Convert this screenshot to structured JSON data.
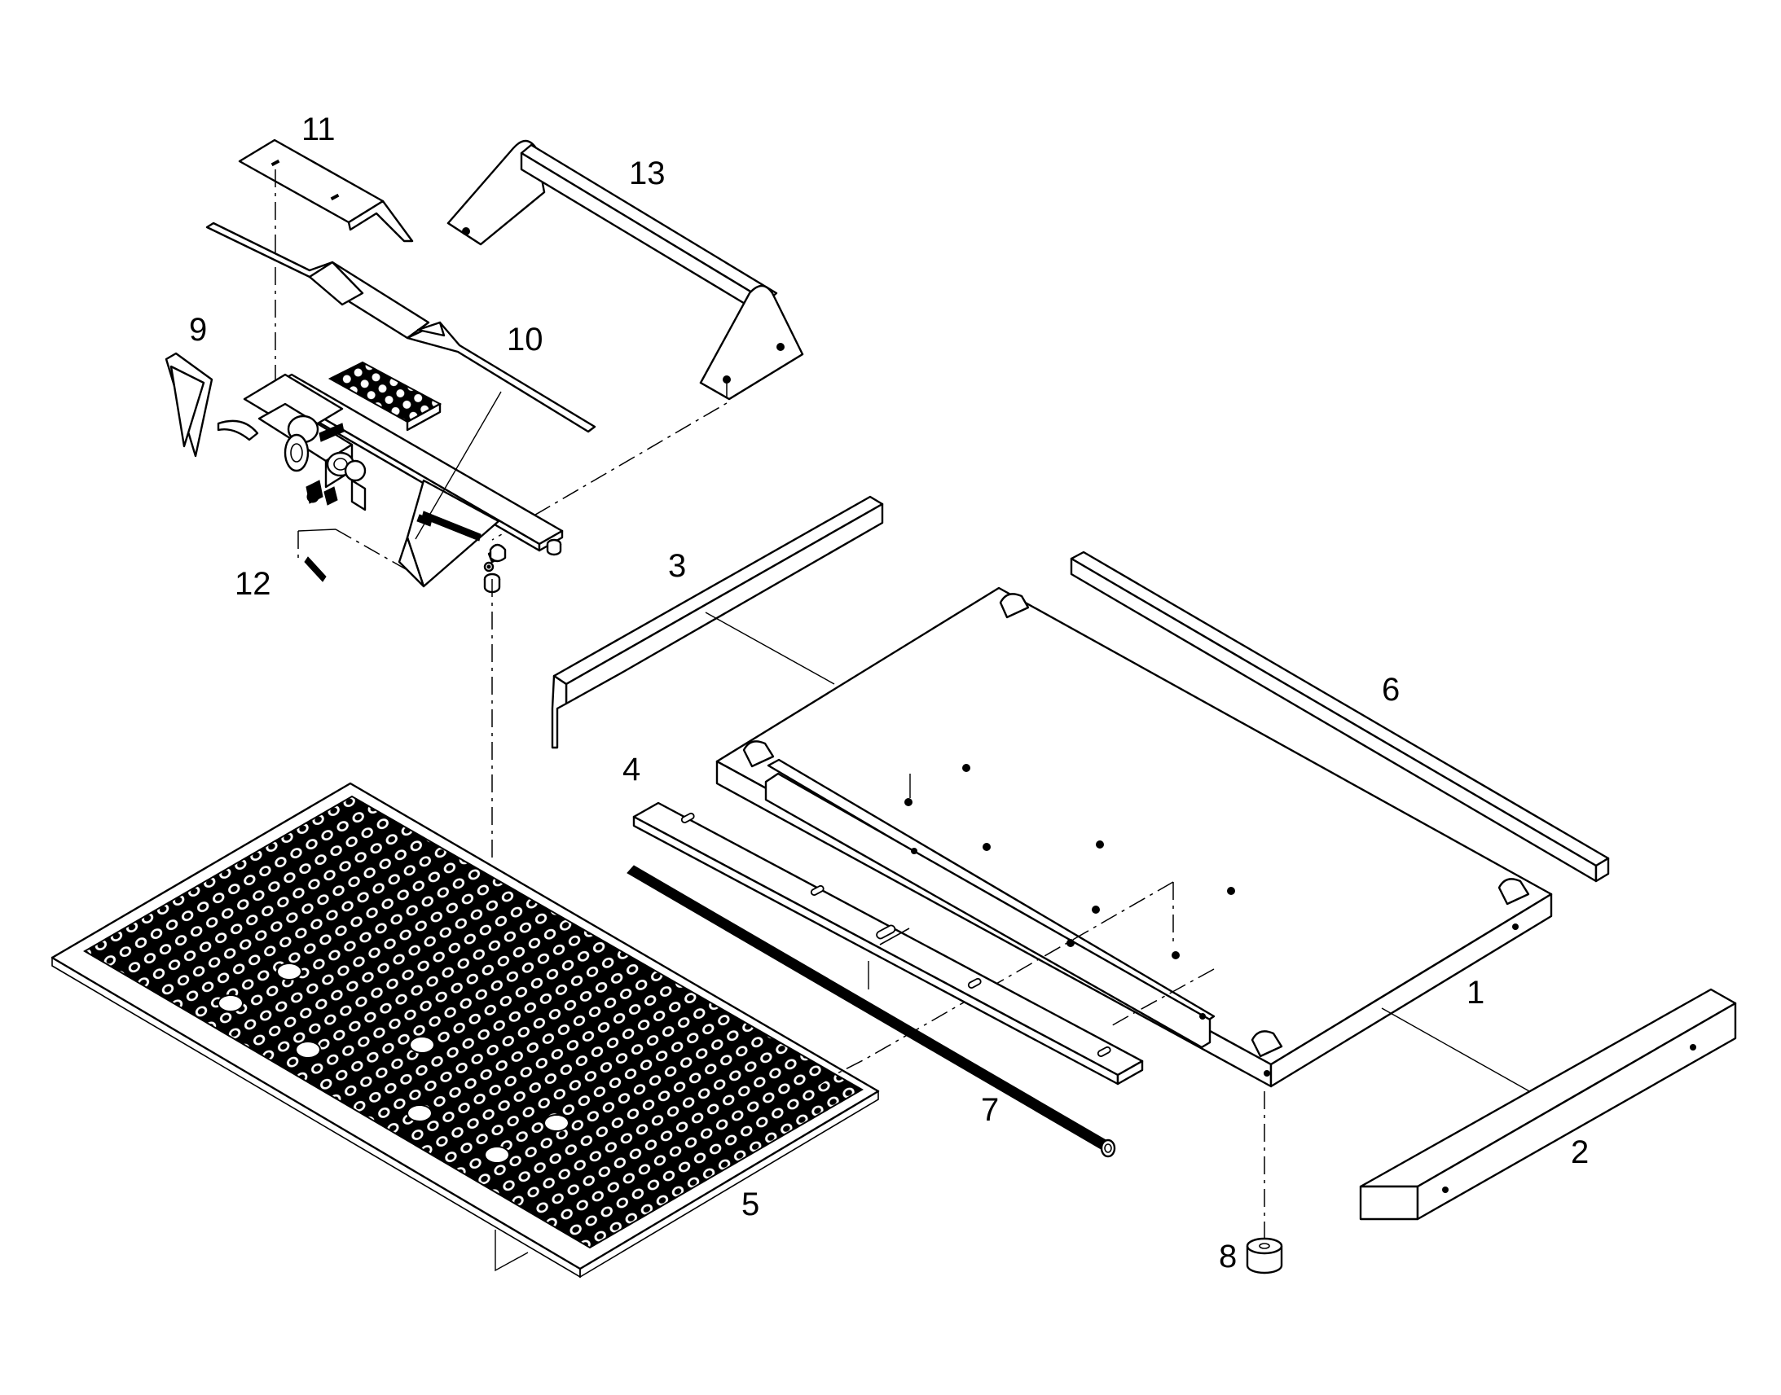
{
  "callouts": [
    {
      "id": "1",
      "text": "1"
    },
    {
      "id": "2",
      "text": "2"
    },
    {
      "id": "3",
      "text": "3"
    },
    {
      "id": "4",
      "text": "4"
    },
    {
      "id": "5",
      "text": "5"
    },
    {
      "id": "6",
      "text": "6"
    },
    {
      "id": "7",
      "text": "7"
    },
    {
      "id": "8",
      "text": "8"
    },
    {
      "id": "9",
      "text": "9"
    },
    {
      "id": "10",
      "text": "10"
    },
    {
      "id": "11",
      "text": "11"
    },
    {
      "id": "12",
      "text": "12"
    },
    {
      "id": "13",
      "text": "13"
    }
  ],
  "colors": {
    "line": "#000000",
    "background": "#ffffff"
  }
}
